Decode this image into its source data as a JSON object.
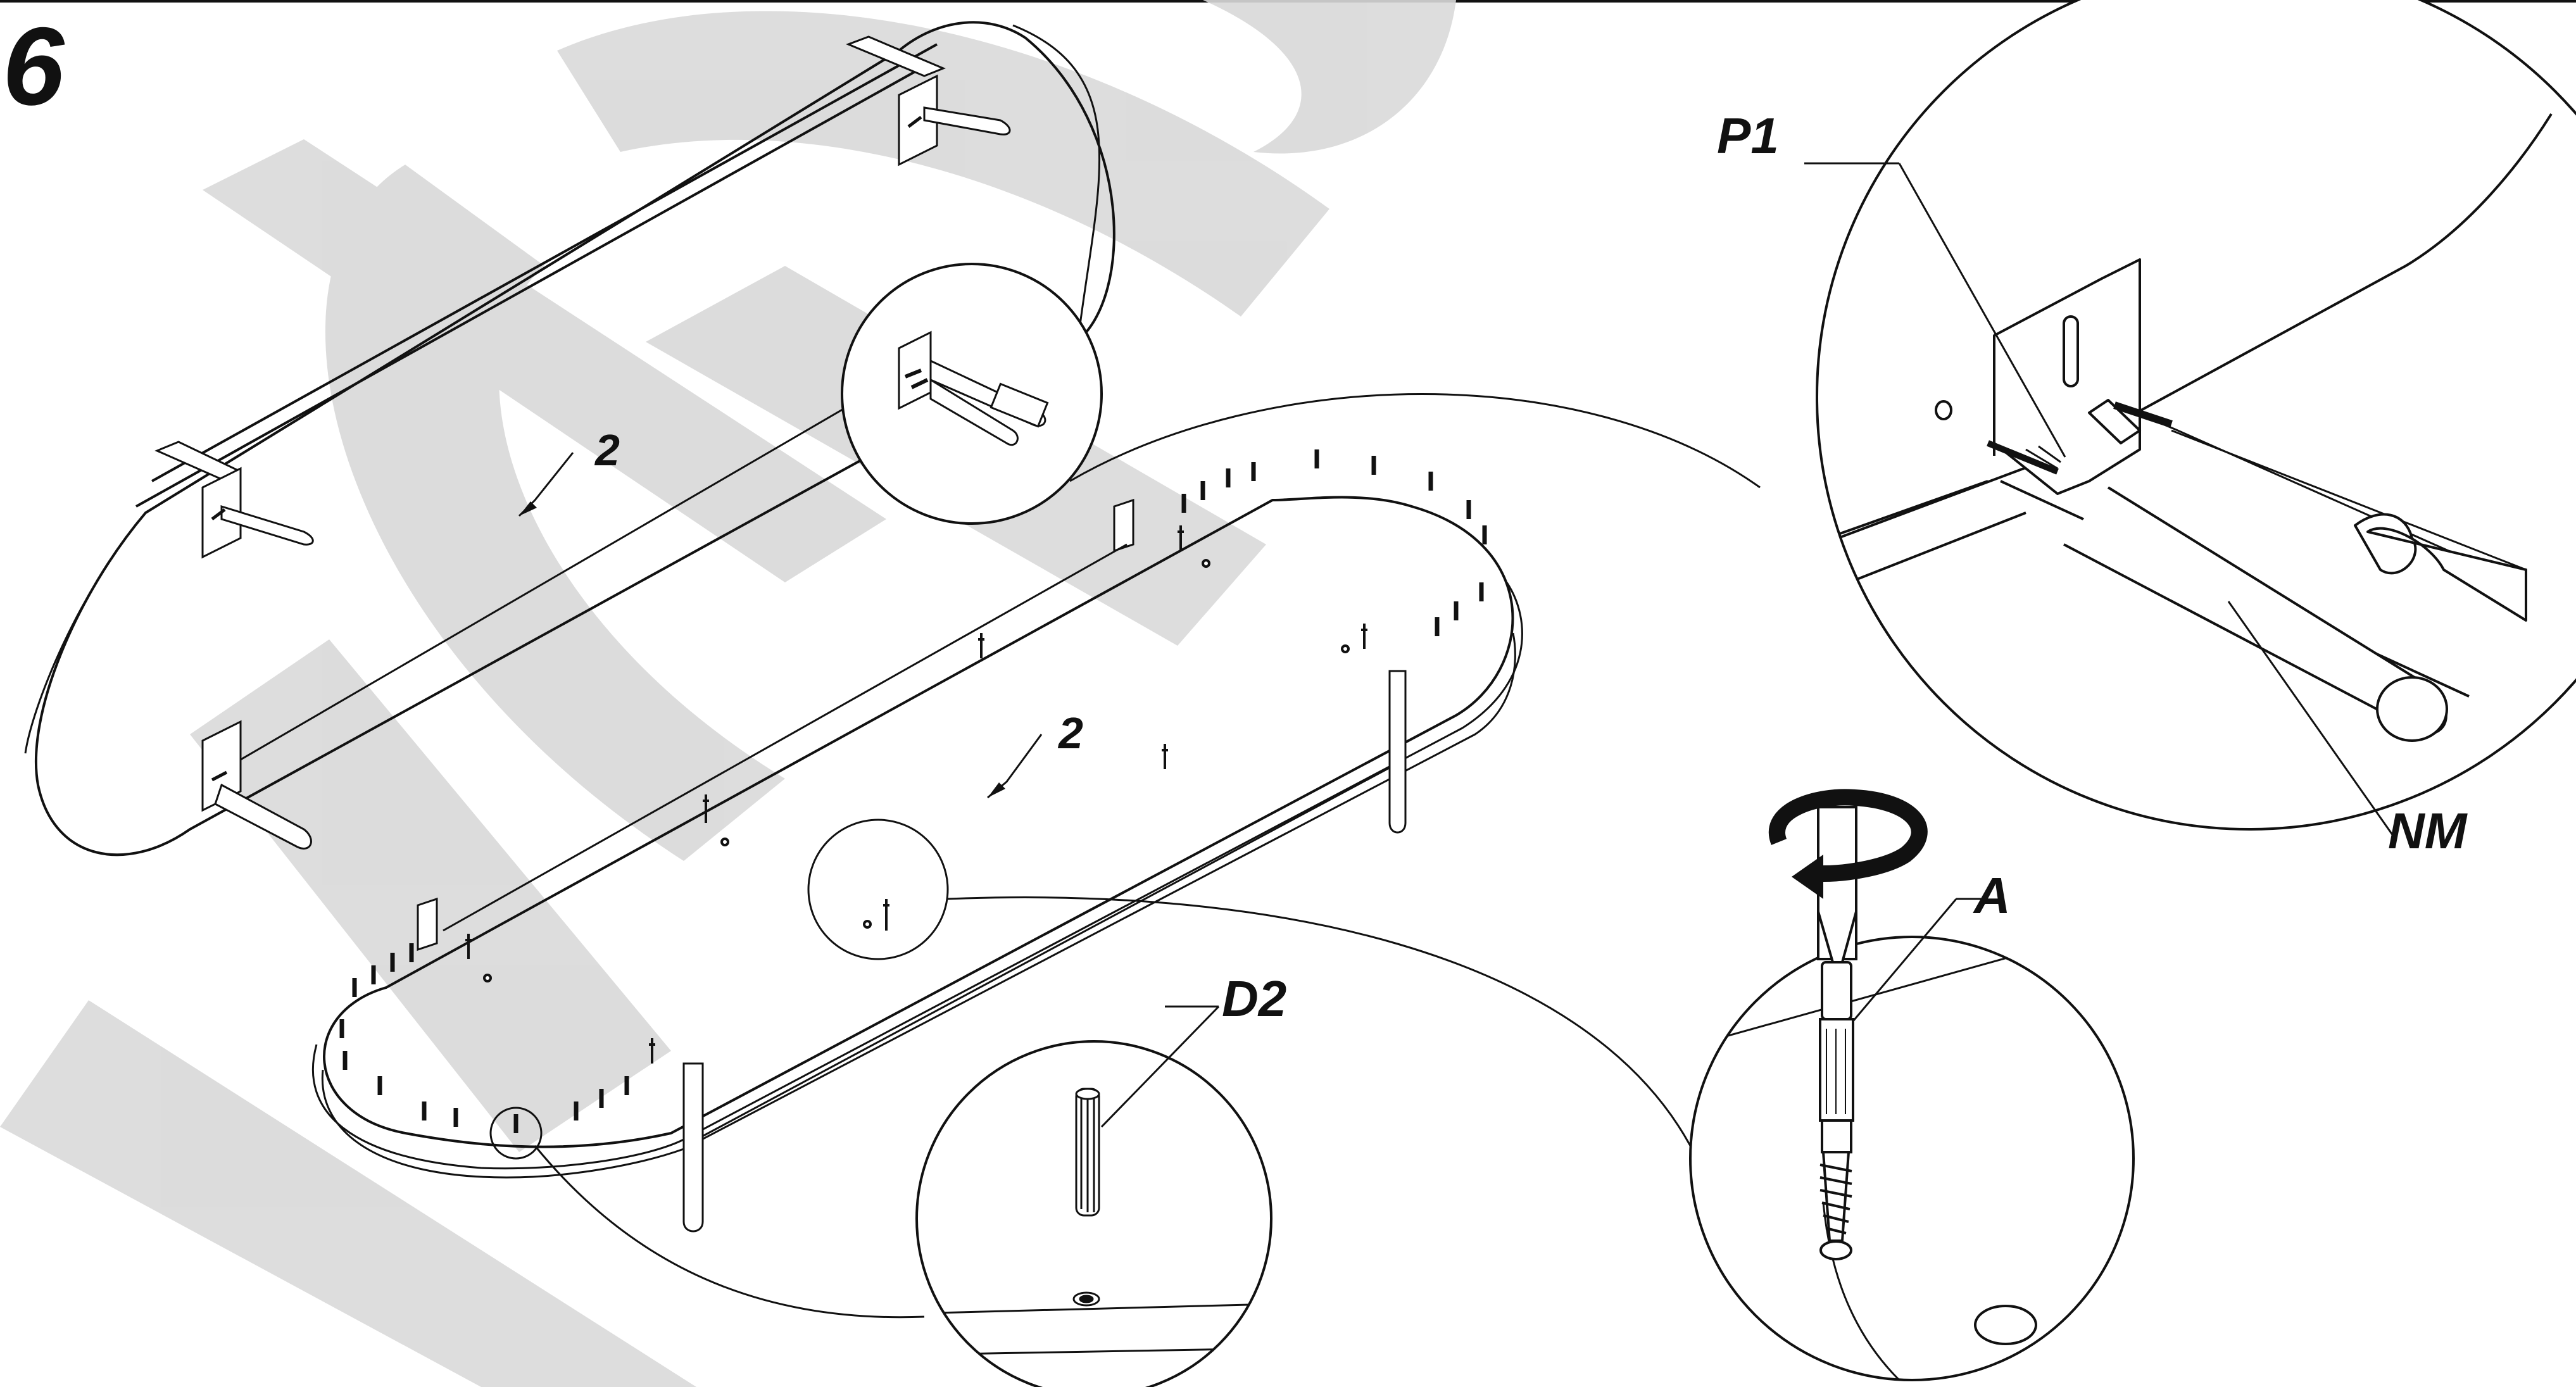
{
  "step_number": "6",
  "labels": {
    "upper_panel": "2",
    "lower_panel": "2",
    "bracket_screw": "P1",
    "tube": "NM",
    "fastener": "A",
    "dowel": "D2"
  },
  "colors": {
    "line": "#111111",
    "watermark": "#d9d9d9",
    "background": "#ffffff"
  },
  "icons": {
    "rotation": "rotate-arrow-icon",
    "screwdriver": "screwdriver-icon"
  }
}
